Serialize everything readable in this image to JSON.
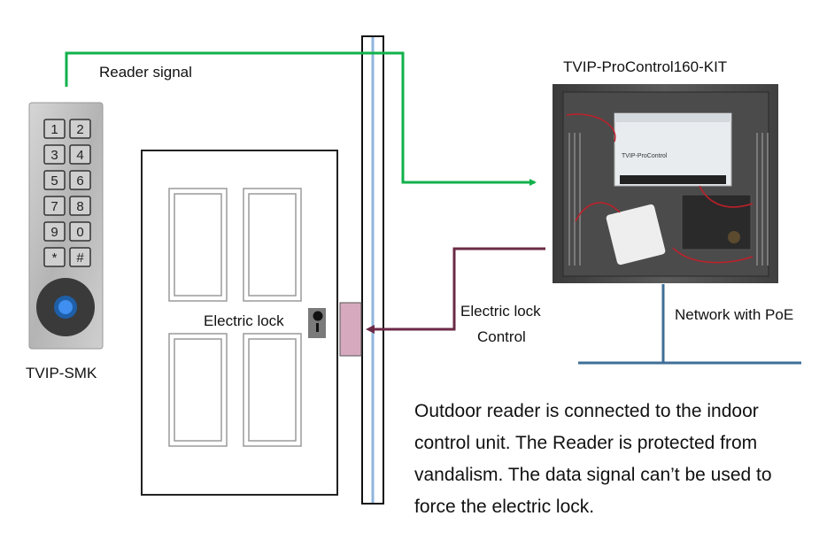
{
  "labels": {
    "reader_signal": "Reader signal",
    "controller_title": "TVIP-ProControl160-KIT",
    "controller_panel_text": "TVIP-ProControl",
    "reader_name": "TVIP-SMK",
    "electric_lock": "Electric lock",
    "lock_control_line1": "Electric lock",
    "lock_control_line2": "Control",
    "network": "Network with PoE"
  },
  "description": "Outdoor reader is connected to the indoor control unit. The Reader is protected from vandalism. The data signal can’t be used to force the electric lock.",
  "keypad": {
    "keys": [
      "1",
      "2",
      "3",
      "4",
      "5",
      "6",
      "7",
      "8",
      "9",
      "0",
      "*",
      "#"
    ]
  },
  "colors": {
    "reader_signal_line": "#11b14b",
    "lock_control_line": "#6b2a45",
    "network_line": "#3f6f97",
    "lock_fill": "#d7a9bf",
    "glass_line": "#8fb6dc",
    "keypad_led": "#3f8ff0"
  }
}
